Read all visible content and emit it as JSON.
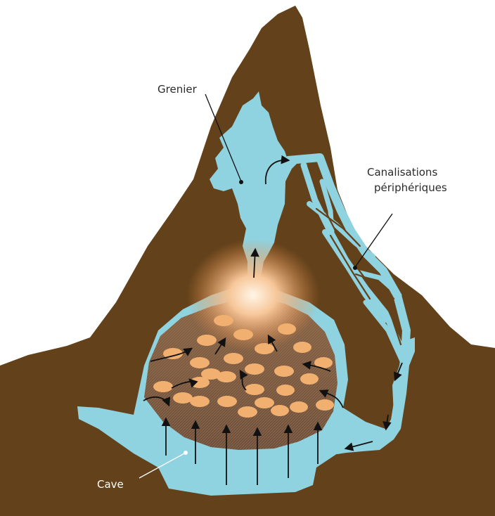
{
  "labels": {
    "attic": "Grenier",
    "peripheral_line1": "Canalisations",
    "peripheral_line2": "périphériques",
    "cellar": "Cave"
  },
  "colors": {
    "soil": "#62411b",
    "air": "#8fd2e0",
    "fungus": "#7a5a40",
    "fungus_light": "#a07e62",
    "cell": "#f1b070",
    "glow": "#fff2dc",
    "arrow": "#111111",
    "label_text": "#2b2b2b"
  },
  "icons": [
    "arrow-icon",
    "leader-line",
    "pointer-dot"
  ]
}
